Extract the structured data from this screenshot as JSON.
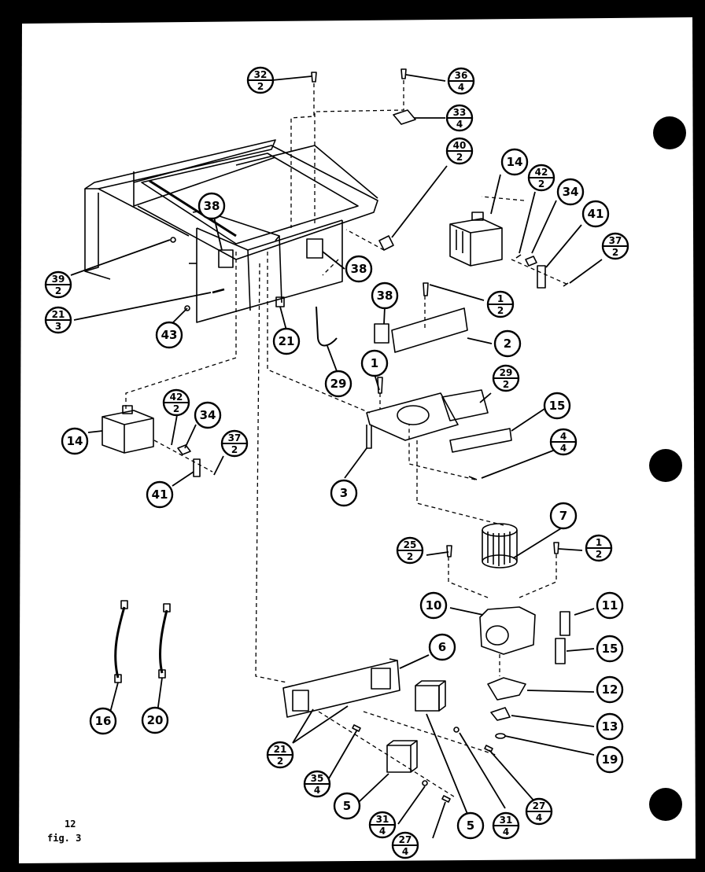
{
  "diagram": {
    "callouts": [
      {
        "id": "c1",
        "num": "32",
        "qty": "2"
      },
      {
        "id": "c2",
        "num": "36",
        "qty": "4"
      },
      {
        "id": "c3",
        "num": "33",
        "qty": "4"
      },
      {
        "id": "c4",
        "num": "40",
        "qty": "2"
      },
      {
        "id": "c5",
        "num": "14"
      },
      {
        "id": "c6",
        "num": "42",
        "qty": "2"
      },
      {
        "id": "c7",
        "num": "34"
      },
      {
        "id": "c8",
        "num": "41"
      },
      {
        "id": "c9",
        "num": "37",
        "qty": "2"
      },
      {
        "id": "c10",
        "num": "38"
      },
      {
        "id": "c11",
        "num": "38"
      },
      {
        "id": "c12",
        "num": "39",
        "qty": "2"
      },
      {
        "id": "c13",
        "num": "21",
        "qty": "3"
      },
      {
        "id": "c14",
        "num": "43"
      },
      {
        "id": "c15",
        "num": "21"
      },
      {
        "id": "c16",
        "num": "29"
      },
      {
        "id": "c17",
        "num": "1",
        "qty": "2"
      },
      {
        "id": "c18",
        "num": "38"
      },
      {
        "id": "c19",
        "num": "2"
      },
      {
        "id": "c20",
        "num": "1"
      },
      {
        "id": "c21",
        "num": "29",
        "qty": "2"
      },
      {
        "id": "c22",
        "num": "15"
      },
      {
        "id": "c23",
        "num": "4",
        "qty": "4"
      },
      {
        "id": "c24",
        "num": "3"
      },
      {
        "id": "c25",
        "num": "14"
      },
      {
        "id": "c26",
        "num": "42",
        "qty": "2"
      },
      {
        "id": "c27",
        "num": "34"
      },
      {
        "id": "c28",
        "num": "37",
        "qty": "2"
      },
      {
        "id": "c29",
        "num": "41"
      },
      {
        "id": "c30",
        "num": "7"
      },
      {
        "id": "c31",
        "num": "25",
        "qty": "2"
      },
      {
        "id": "c32",
        "num": "1",
        "qty": "2"
      },
      {
        "id": "c33",
        "num": "10"
      },
      {
        "id": "c34",
        "num": "11"
      },
      {
        "id": "c35",
        "num": "15"
      },
      {
        "id": "c36",
        "num": "12"
      },
      {
        "id": "c37",
        "num": "13"
      },
      {
        "id": "c38",
        "num": "19"
      },
      {
        "id": "c39",
        "num": "6"
      },
      {
        "id": "c40",
        "num": "21",
        "qty": "2"
      },
      {
        "id": "c41",
        "num": "35",
        "qty": "4"
      },
      {
        "id": "c42",
        "num": "5"
      },
      {
        "id": "c43",
        "num": "31",
        "qty": "4"
      },
      {
        "id": "c44",
        "num": "27",
        "qty": "4"
      },
      {
        "id": "c45",
        "num": "5"
      },
      {
        "id": "c46",
        "num": "31",
        "qty": "4"
      },
      {
        "id": "c47",
        "num": "27",
        "qty": "4"
      },
      {
        "id": "c48",
        "num": "16"
      },
      {
        "id": "c49",
        "num": "20"
      }
    ],
    "figure": {
      "page_number": "12",
      "figure_label": "fig. 3"
    }
  },
  "colors": {
    "background": "#000000",
    "paper": "#ffffff",
    "ink": "#000000"
  }
}
